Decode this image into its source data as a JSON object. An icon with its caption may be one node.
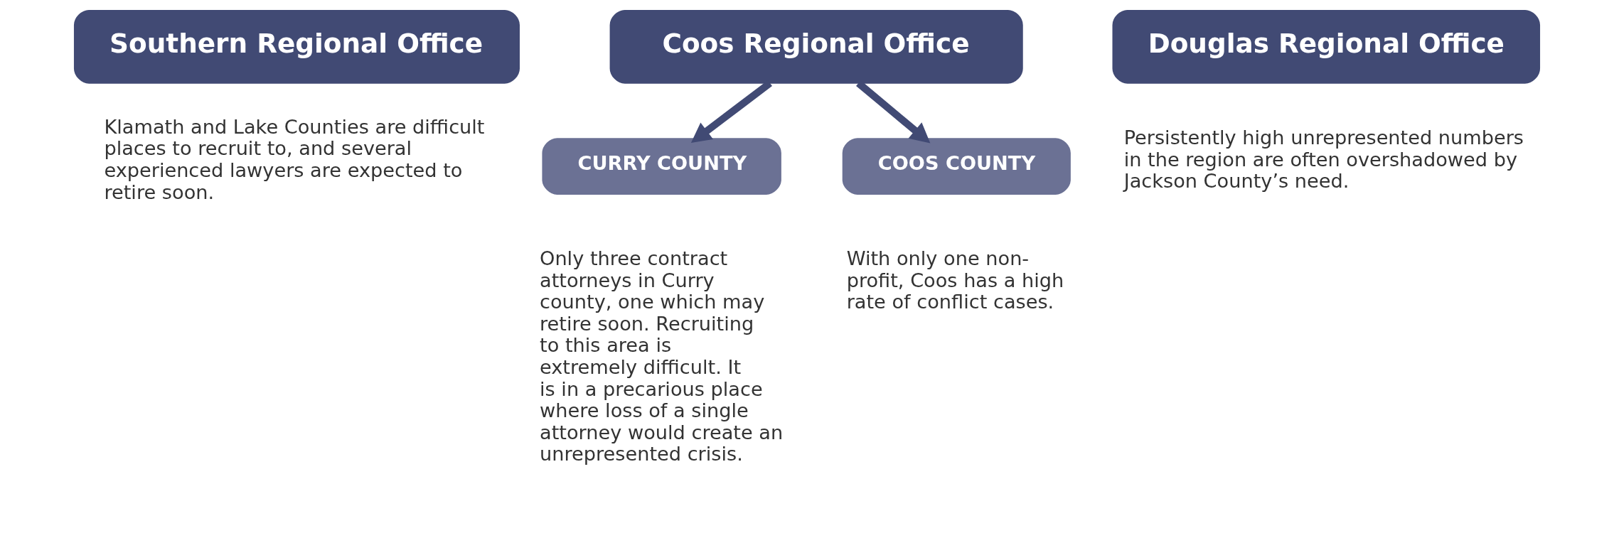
{
  "diagram": {
    "nodes": [
      {
        "text": [
          "Southern Regional Office"
        ],
        "beside": [
          "Klamath and Lake Counties are difficult places to recruit to, and several experienced lawyers are expected to retire soon."
        ]
      },
      {
        "text": [
          "Coos Regional Office"
        ]
      },
      {
        "text": [
          "Douglas Regional Office"
        ],
        "beside": [
          "Persistently high unrepresented numbers in the region are often overshadowed by Jackson County’s need."
        ]
      },
      {
        "text": [
          "CURRY COUNTY"
        ],
        "beside": [
          "Only three contract attorneys in Curry county, one which may retire soon. Recruiting to this area is extremely difficult. It is in a precarious place where loss of a single attorney would create an unrepresented crisis."
        ]
      },
      {
        "text": [
          "COOS COUNTY"
        ],
        "beside": [
          "With only one non-profit, Coos has a high rate of conflict cases."
        ]
      }
    ],
    "edges": [
      {
        "from": 1,
        "to": 3,
        "arrow": "to"
      },
      {
        "from": 1,
        "to": 4,
        "arrow": "to"
      }
    ]
  }
}
